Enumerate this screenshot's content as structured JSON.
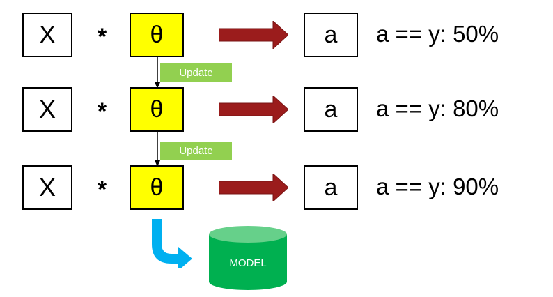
{
  "rows": [
    {
      "input": "X",
      "operator": "*",
      "param": "θ",
      "output": "a",
      "accuracy": "a == y: 50%"
    },
    {
      "input": "X",
      "operator": "*",
      "param": "θ",
      "output": "a",
      "accuracy": "a == y: 80%"
    },
    {
      "input": "X",
      "operator": "*",
      "param": "θ",
      "output": "a",
      "accuracy": "a == y: 90%"
    }
  ],
  "updates": [
    {
      "label": "Update"
    },
    {
      "label": "Update"
    }
  ],
  "model": {
    "label": "MODEL"
  },
  "colors": {
    "theta_box": "#ffff00",
    "arrow": "#9b1c1c",
    "update_label": "#92d050",
    "curve_arrow": "#00b0f0",
    "database": "#00b050"
  }
}
